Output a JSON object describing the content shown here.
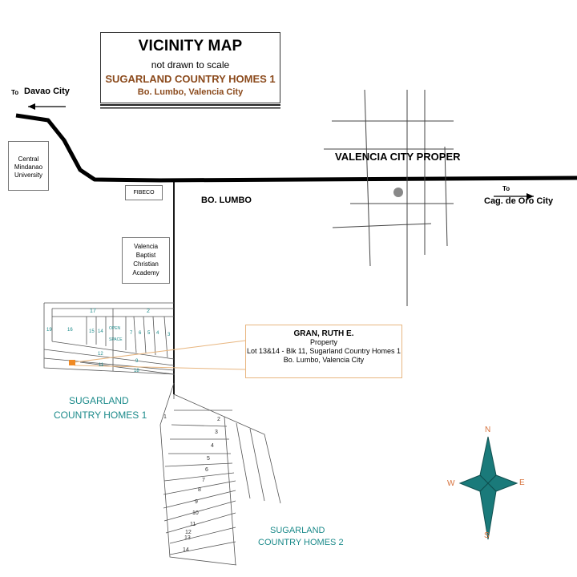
{
  "title": {
    "heading": "VICINITY MAP",
    "note": "not drawn to scale",
    "subdivision": "SUGARLAND COUNTRY HOMES 1",
    "location": "Bo. Lumbo, Valencia City"
  },
  "directions": {
    "west_to": "To",
    "west_city": "Davao City",
    "east_to": "To",
    "east_city": "Cag. de Oro City"
  },
  "landmarks": {
    "cmu": [
      "Central",
      "Mindanao",
      "University"
    ],
    "fibeco": "FIBECO",
    "vbca": [
      "Valencia",
      "Baptist",
      "Christian",
      "Academy"
    ],
    "city_proper": "VALENCIA CITY PROPER",
    "barangay": "BO. LUMBO"
  },
  "property": {
    "owner": "GRAN, RUTH E.",
    "label": "Property",
    "lot": "Lot 13&14 - Blk 11, Sugarland Country Homes 1",
    "address": "Bo. Lumbo, Valencia City"
  },
  "subdivisions": {
    "sch1": [
      "SUGARLAND",
      "COUNTRY HOMES 1"
    ],
    "sch2": [
      "SUGARLAND",
      "COUNTRY HOMES 2"
    ]
  },
  "blocks_sch1": {
    "top": [
      "17",
      "2"
    ],
    "middle": [
      "19",
      "16",
      "15",
      "14",
      "7",
      "6",
      "5",
      "4",
      "3"
    ],
    "open_space": [
      "OPEN",
      "SPACE"
    ],
    "lower": [
      "12",
      "9",
      "11",
      "18"
    ]
  },
  "blocks_sch2": [
    "1",
    "2",
    "3",
    "4",
    "5",
    "6",
    "7",
    "8",
    "9",
    "10",
    "11",
    "12",
    "13",
    "14"
  ],
  "compass": {
    "n": "N",
    "s": "S",
    "e": "E",
    "w": "W"
  },
  "colors": {
    "road": "#000000",
    "teal_text": "#1b8a8a",
    "brown_text": "#8b4a1c",
    "compass_fill": "#1a7a7a",
    "property_marker": "#f08a24",
    "property_leader": "#e8b680"
  }
}
